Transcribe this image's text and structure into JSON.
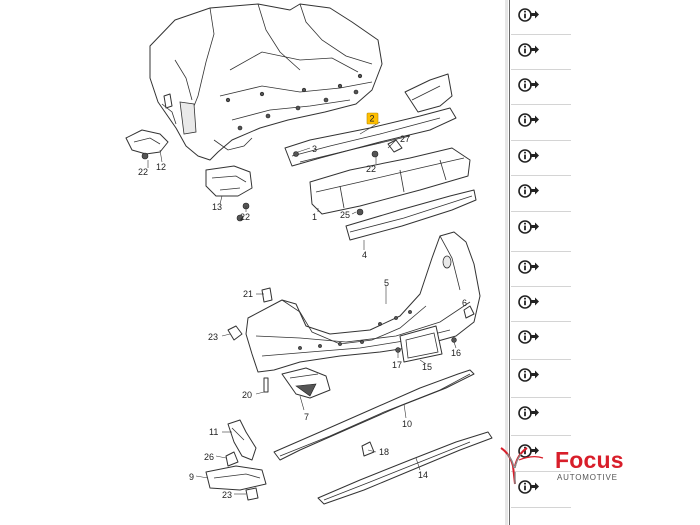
{
  "diagram": {
    "callouts": {
      "c1": "1",
      "c2": "2",
      "c3": "3",
      "c4": "4",
      "c5": "5",
      "c6": "6",
      "c7": "7",
      "c9": "9",
      "c10": "10",
      "c11": "11",
      "c12": "12",
      "c13": "13",
      "c14": "14",
      "c15": "15",
      "c16": "16",
      "c17": "17",
      "c18": "18",
      "c20": "20",
      "c21": "21",
      "c22a": "22",
      "c22b": "22",
      "c22c": "22",
      "c22d": "22",
      "c23a": "23",
      "c23b": "23",
      "c25": "25",
      "c26": "26",
      "c27": "27"
    },
    "highlight_color": "#ffbf00"
  },
  "info_panel": {
    "icon": "info-link-icon",
    "rows": [
      {
        "icon": "info-link-icon"
      },
      {
        "icon": "info-link-icon"
      },
      {
        "icon": "info-link-icon"
      },
      {
        "icon": "info-link-icon"
      },
      {
        "icon": "info-link-icon"
      },
      {
        "icon": "info-link-icon"
      },
      {
        "icon": "info-link-icon"
      },
      {
        "icon": "info-link-icon"
      },
      {
        "icon": "info-link-icon"
      },
      {
        "icon": "info-link-icon"
      },
      {
        "icon": "info-link-icon"
      },
      {
        "icon": "info-link-icon"
      },
      {
        "icon": "info-link-icon"
      },
      {
        "icon": "info-link-icon"
      }
    ]
  },
  "logo": {
    "name": "Focus",
    "tagline": "AUTOMOTIVE",
    "brand_color": "#d81e2a"
  }
}
